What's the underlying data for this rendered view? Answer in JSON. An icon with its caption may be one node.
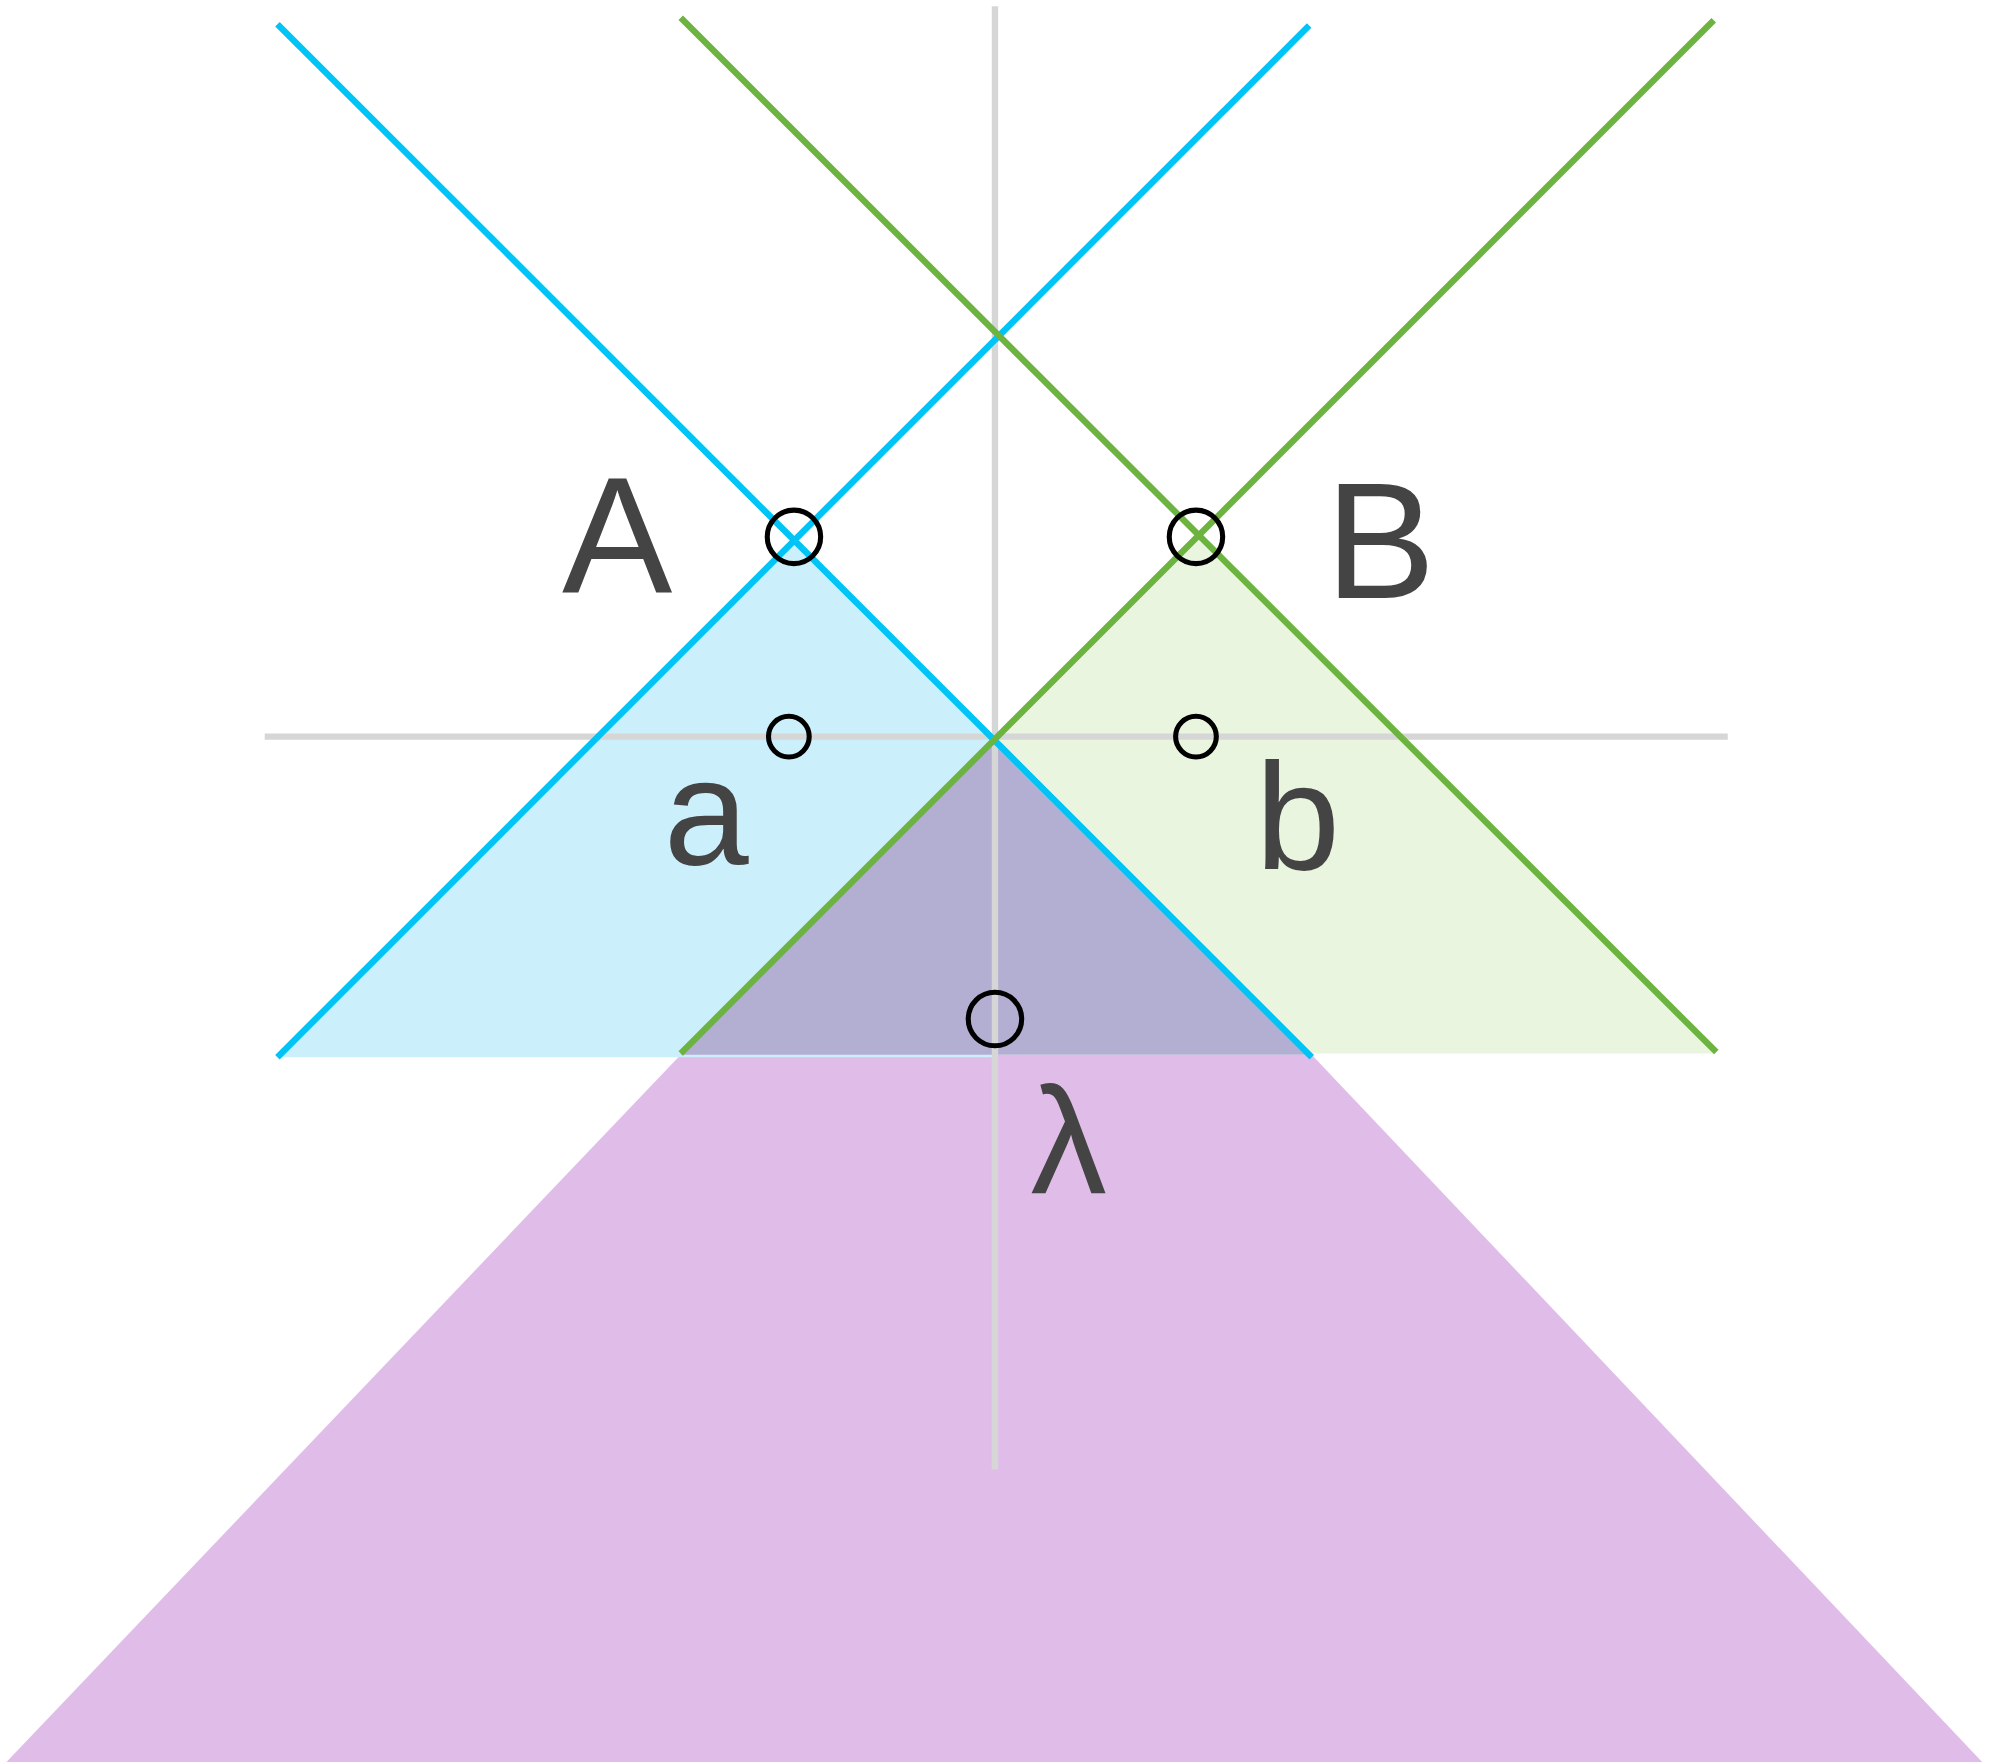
{
  "diagram": {
    "labels": [
      "A",
      "B",
      "a",
      "b",
      "λ"
    ]
  }
}
